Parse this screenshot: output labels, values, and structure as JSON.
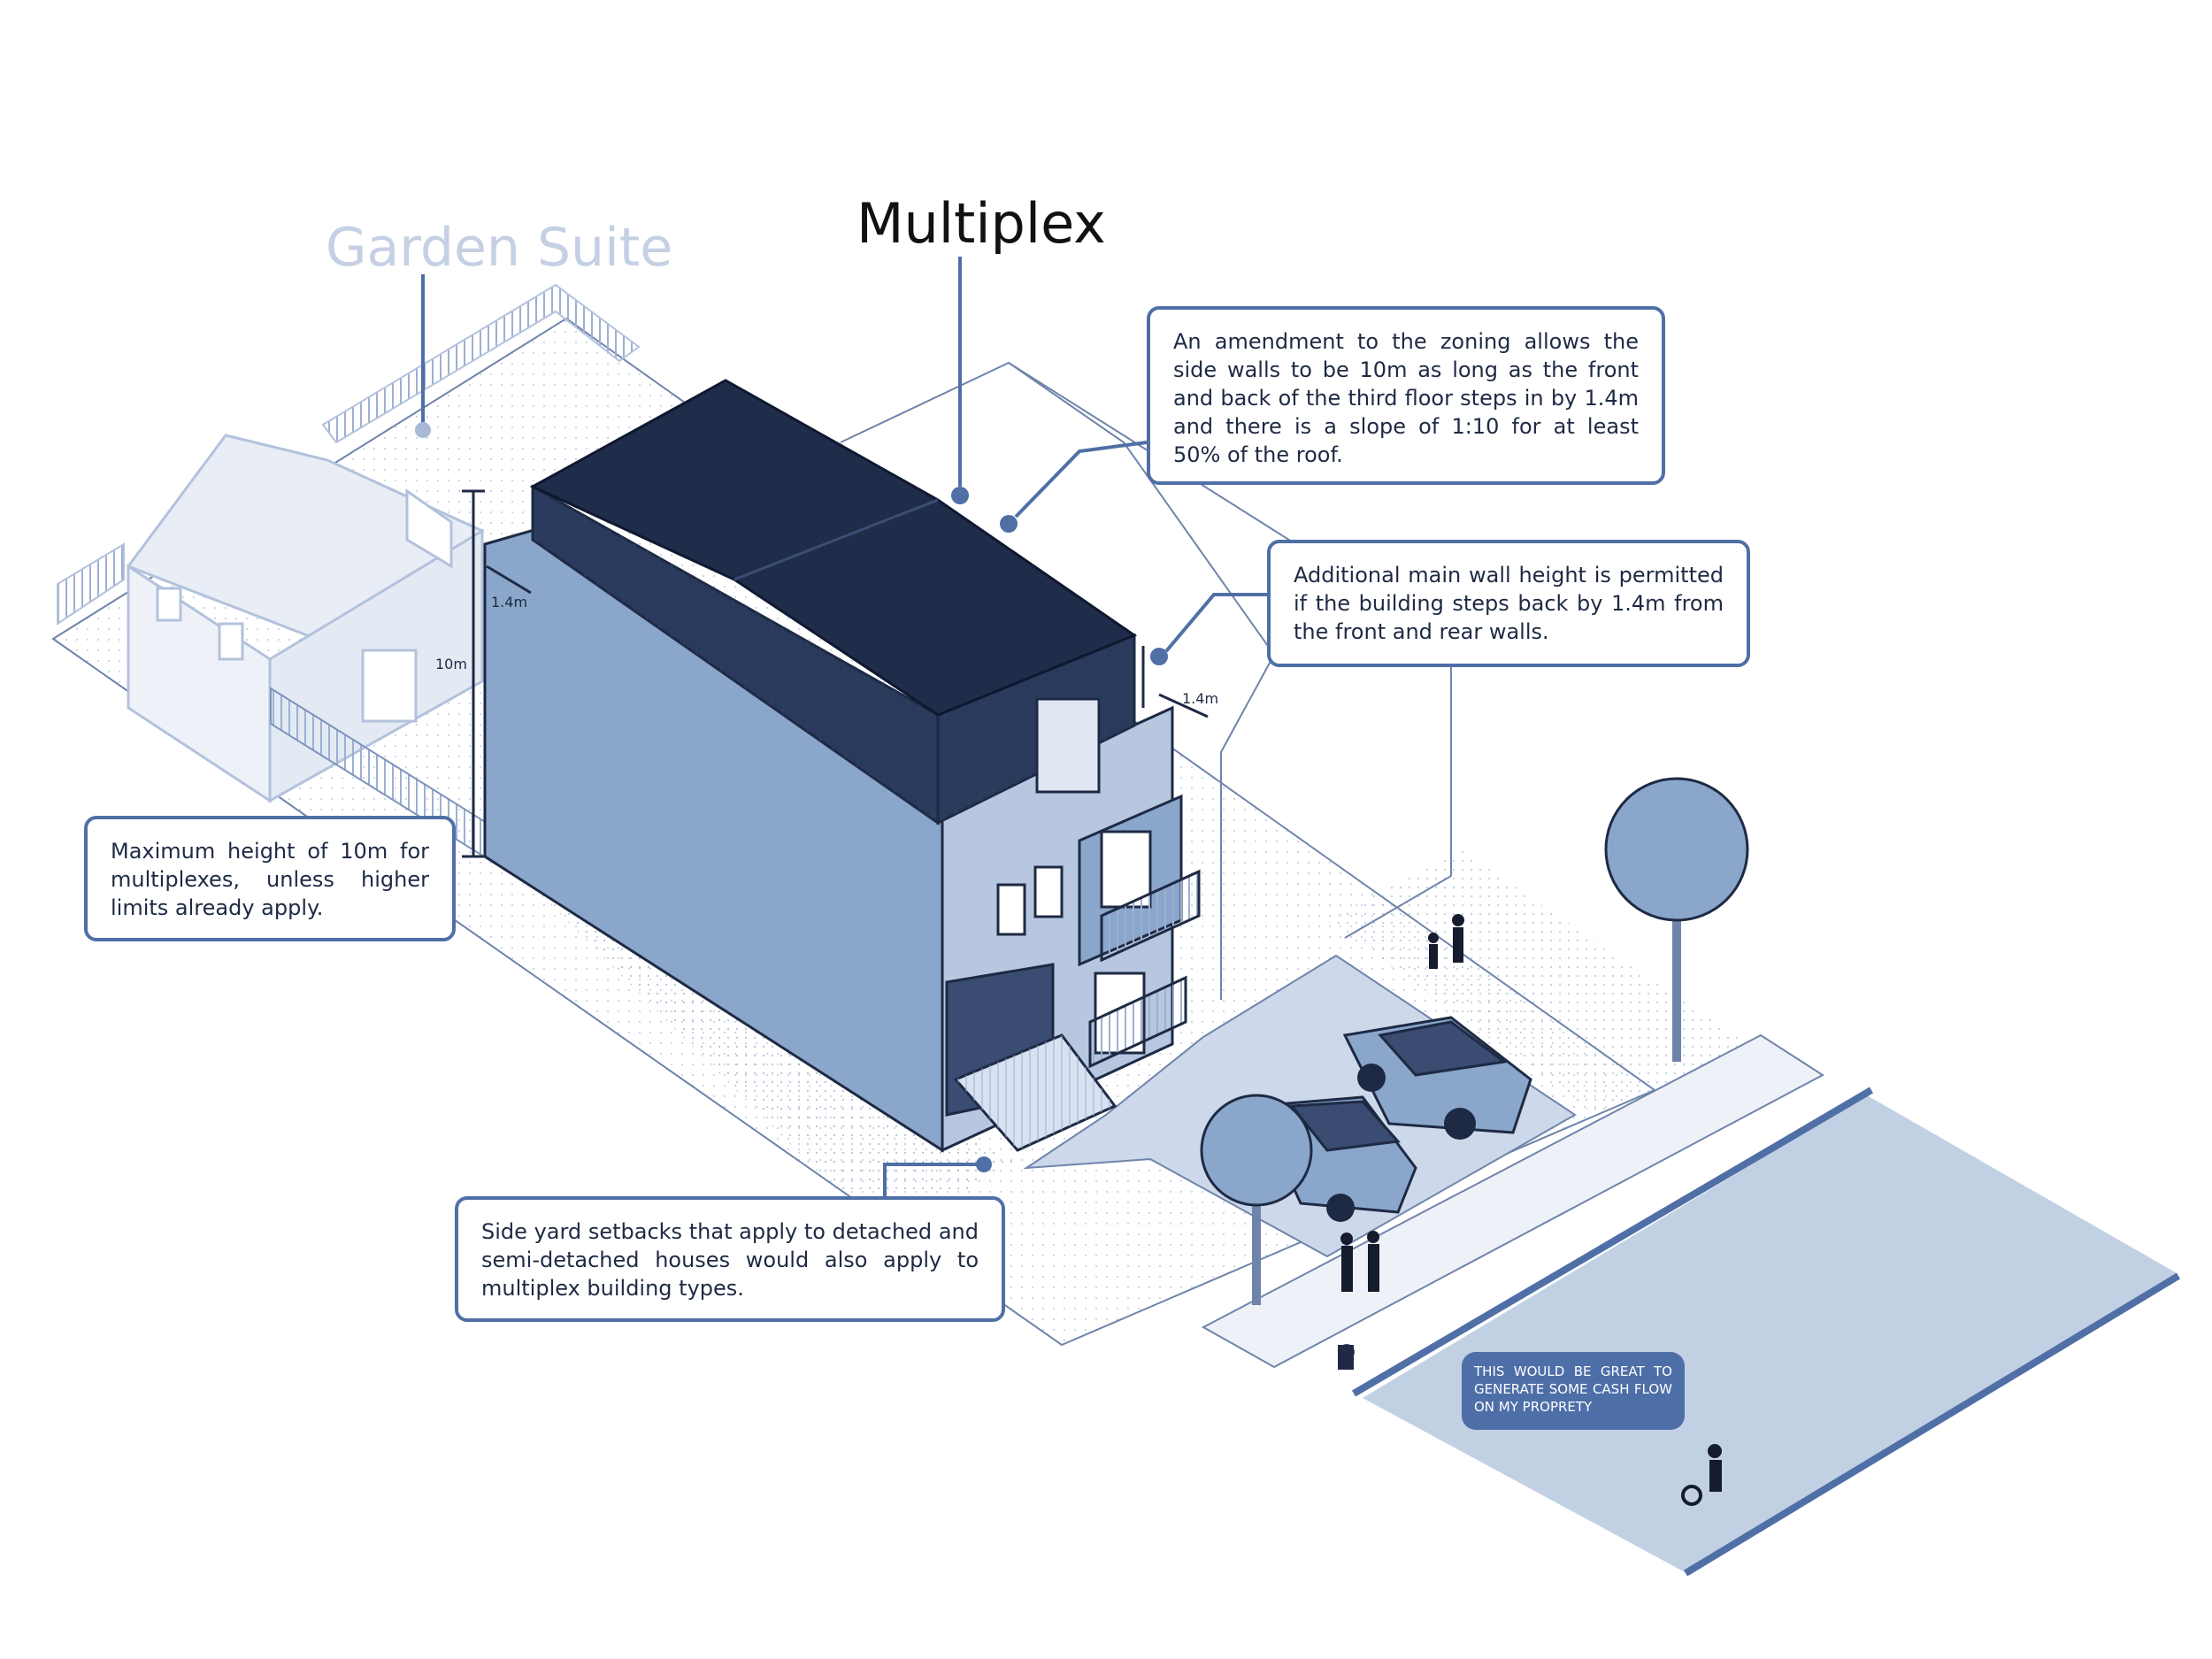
{
  "titles": {
    "multiplex": "Multiplex",
    "garden_suite": "Garden Suite"
  },
  "callouts": {
    "amendment": "An amendment to the zoning allows the side walls to be 10m as long as the front and back of the third floor steps in by 1.4m and there is a slope of 1:10 for at least 50% of the roof.",
    "main_wall": "Additional main wall height is permitted if the building steps back by 1.4m from the front and rear walls.",
    "max_height": "Maximum height of 10m for multiplexes, unless higher limits already apply.",
    "side_yard": "Side yard setbacks that apply to detached and semi-detached houses would also apply to multiplex building types."
  },
  "speech_bubble": "THIS WOULD BE GREAT TO GENERATE SOME CASH FLOW ON MY PROPRETY",
  "dimensions": {
    "height": "10m",
    "step_left": "1.4m",
    "step_right": "1.4m"
  },
  "colors": {
    "roof": "#1f2d4a",
    "side_wall": "#8aa6cb",
    "front_wall": "#b7c7e0",
    "accent": "#4f6fa6",
    "ghost": "#c5d0e4",
    "road": "#c2d0e4"
  }
}
